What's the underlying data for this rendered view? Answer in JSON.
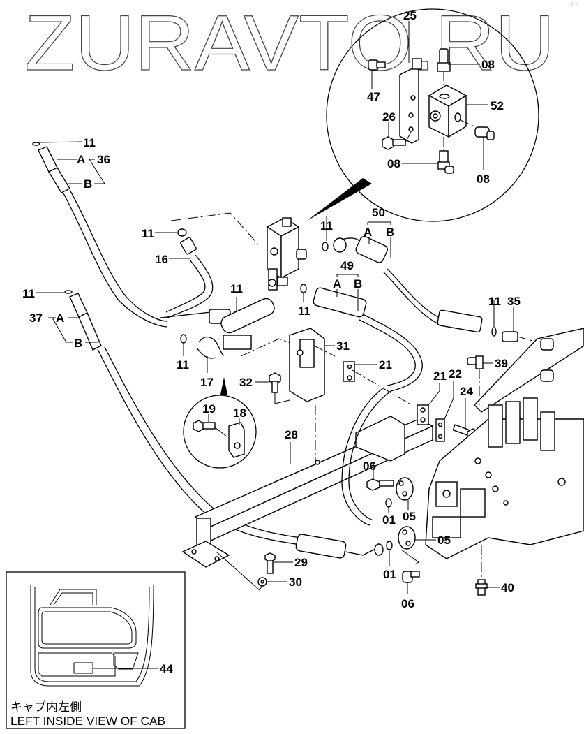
{
  "watermark": "ZURAVTO.RU",
  "corner_mark": "·ᐟ ᐧᐧᐧ",
  "inset_cab": {
    "caption_jp": "キャブ内左側",
    "caption_en": "LEFT INSIDE VIEW OF CAB"
  },
  "callouts": {
    "p25": "25",
    "p08a": "08",
    "p47": "47",
    "p52": "52",
    "p26": "26",
    "p08b": "08",
    "p08c": "08",
    "p11a": "11",
    "p36": "36",
    "p36A": "A",
    "p36B": "B",
    "p11b": "11",
    "p16": "16",
    "p11c": "11",
    "p50": "50",
    "p50A": "A",
    "p50B": "B",
    "p49": "49",
    "p49A": "A",
    "p49B": "B",
    "p11d": "11",
    "p37": "37",
    "p37A": "A",
    "p37B": "B",
    "p11e": "11",
    "p11f": "11",
    "p11g": "11",
    "p11h": "11",
    "p35": "35",
    "p31": "31",
    "p21a": "21",
    "p39": "39",
    "p17": "17",
    "p32": "32",
    "p21b": "21",
    "p22": "22",
    "p24": "24",
    "p19": "19",
    "p18": "18",
    "p28": "28",
    "p06a": "06",
    "p01a": "01",
    "p05a": "05",
    "p05b": "05",
    "p29": "29",
    "p01b": "01",
    "p30": "30",
    "p06b": "06",
    "p40": "40",
    "p44": "44"
  }
}
